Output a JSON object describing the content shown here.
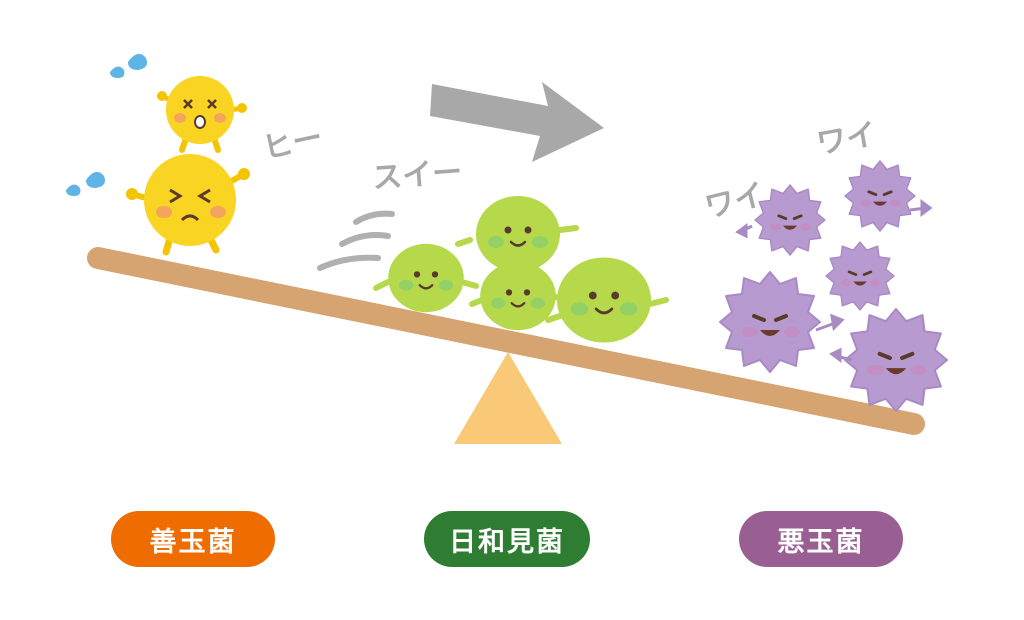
{
  "sound_effects": {
    "hii": "ヒー",
    "suii": "スイー",
    "wai_left": "ワイ",
    "wai_right": "ワイ"
  },
  "labels": {
    "good": "善玉菌",
    "neutral": "日和見菌",
    "bad": "悪玉菌"
  },
  "colors": {
    "good": "#ef6c00",
    "neutral": "#2e7d32",
    "bad": "#9a5f92",
    "beam": "#d6a471",
    "fulcrum": "#f9c977",
    "arrow": "#a8a8a8"
  },
  "icons": {
    "good_bacteria": "yellow-bacteria-icon",
    "neutral_bacteria": "green-bacteria-icon",
    "bad_bacteria": "purple-virus-icon",
    "direction": "arrow-right-icon",
    "sweat": "sweat-drop-icon"
  }
}
